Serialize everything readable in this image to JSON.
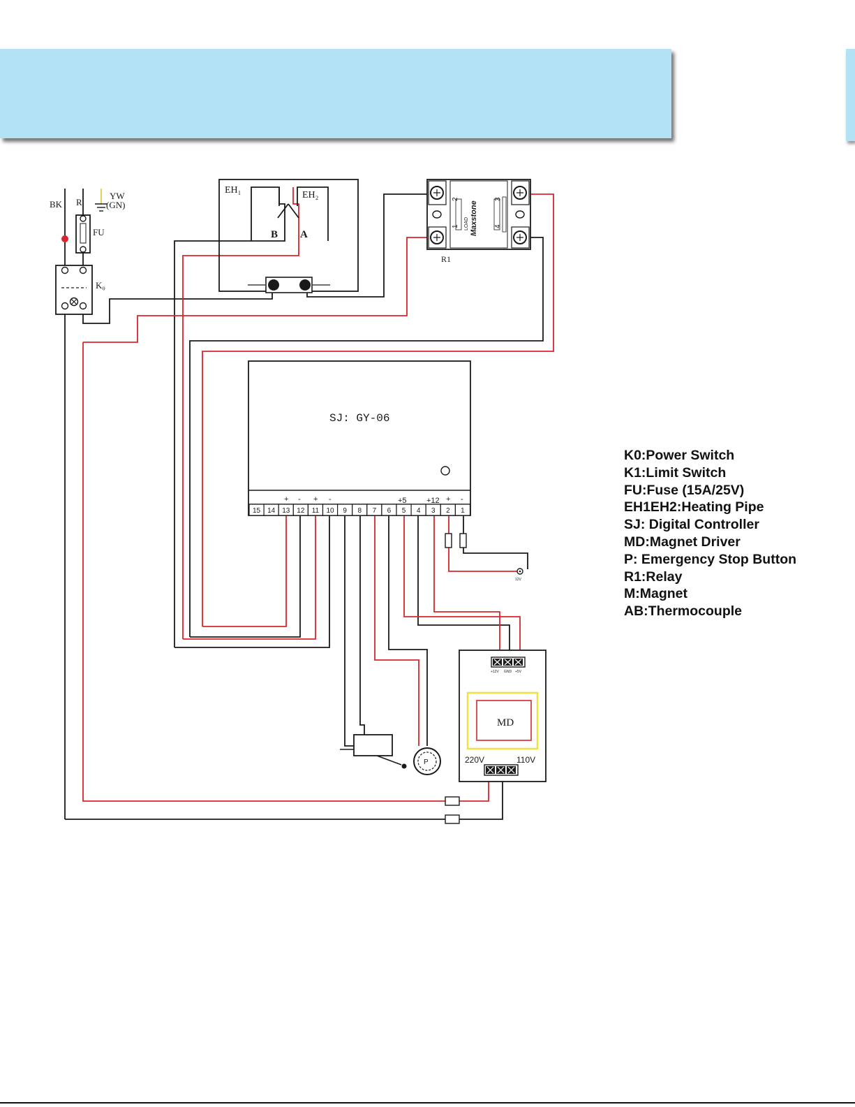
{
  "diagram": {
    "wire_labels": {
      "bk": "BK",
      "r": "R",
      "yw": "YW",
      "gn": "(GN)",
      "fu": "FU",
      "k0": "K₀"
    },
    "heater": {
      "eh1": "EH₁",
      "eh2": "EH₂",
      "b": "B",
      "a": "A"
    },
    "relay": {
      "label": "R1",
      "brand": "Maxstone",
      "load": "LOAD",
      "pin1": "1",
      "pin2": "2",
      "pin3": "3",
      "pin4": "4"
    },
    "controller": {
      "title": "SJ: GY-06",
      "terminals": [
        "15",
        "14",
        "13",
        "12",
        "11",
        "10",
        "9",
        "8",
        "7",
        "6",
        "5",
        "4",
        "3",
        "2",
        "1"
      ],
      "polarity": {
        "t13": "+",
        "t12": "-",
        "t11": "+",
        "t10": "-",
        "t5": "+5",
        "t3": "+12",
        "t2": "+",
        "t1": "-"
      },
      "sensor_label": "12V"
    },
    "driver": {
      "label": "MD",
      "inputs": [
        "+12V",
        "GND",
        "+5V"
      ],
      "v220": "220V",
      "v110": "110V"
    },
    "estop_label": "P"
  },
  "legend": [
    "K0:Power Switch",
    "K1:Limit Switch",
    "FU:Fuse (15A/25V)",
    "EH1EH2:Heating Pipe",
    "SJ: Digital Controller",
    "MD:Magnet Driver",
    "P: Emergency Stop Button",
    "R1:Relay",
    "M:Magnet",
    "AB:Thermocouple"
  ],
  "colors": {
    "banner": "#b3e2f6",
    "wire_red": "#d9262c",
    "wire_black": "#1a1a1a",
    "md_frame": "#f0e040"
  }
}
